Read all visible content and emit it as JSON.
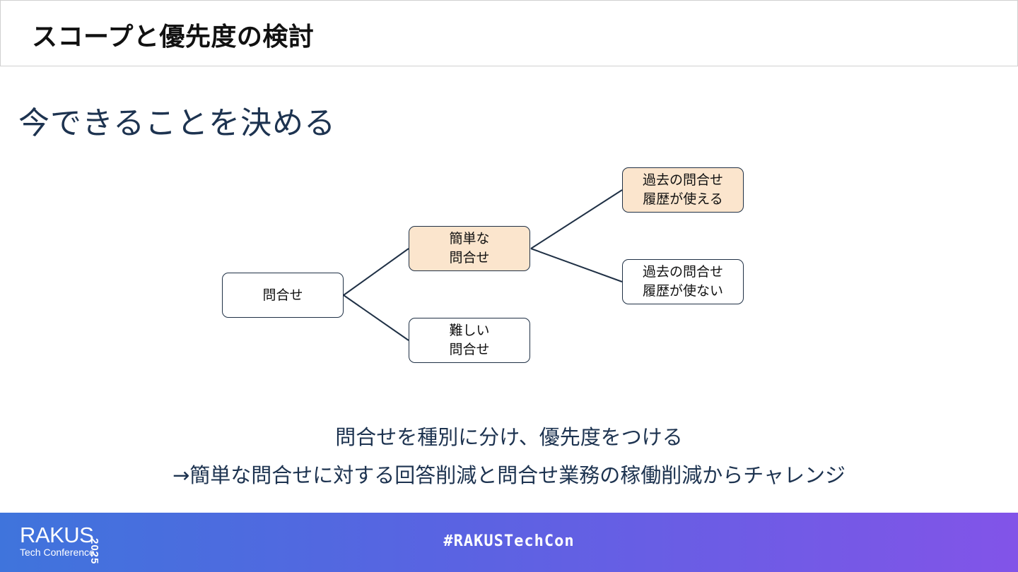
{
  "header": {
    "title": "スコープと優先度の検討"
  },
  "section": {
    "heading": "今できることを決める"
  },
  "tree": {
    "root": {
      "lines": [
        "問合せ"
      ],
      "highlight": false
    },
    "easy": {
      "lines": [
        "簡単な",
        "問合せ"
      ],
      "highlight": true
    },
    "hard": {
      "lines": [
        "難しい",
        "問合せ"
      ],
      "highlight": false
    },
    "history_yes": {
      "lines": [
        "過去の問合せ",
        "履歴が使える"
      ],
      "highlight": true
    },
    "history_no": {
      "lines": [
        "過去の問合せ",
        "履歴が使ない"
      ],
      "highlight": false
    }
  },
  "conclusion": {
    "line1": "問合せを種別に分け、優先度をつける",
    "line2": "→簡単な問合せに対する回答削減と問合せ業務の稼働削減からチャレンジ"
  },
  "footer": {
    "logo_main": "RAKUS",
    "logo_sub": "Tech Conference",
    "logo_year": "2025",
    "hashtag": "#RAKUSTechCon"
  },
  "colors": {
    "heading": "#1d3350",
    "node_border": "#1f3045",
    "node_highlight": "#fbe5cd",
    "footer_start": "#3f74dc",
    "footer_end": "#8254e8"
  }
}
